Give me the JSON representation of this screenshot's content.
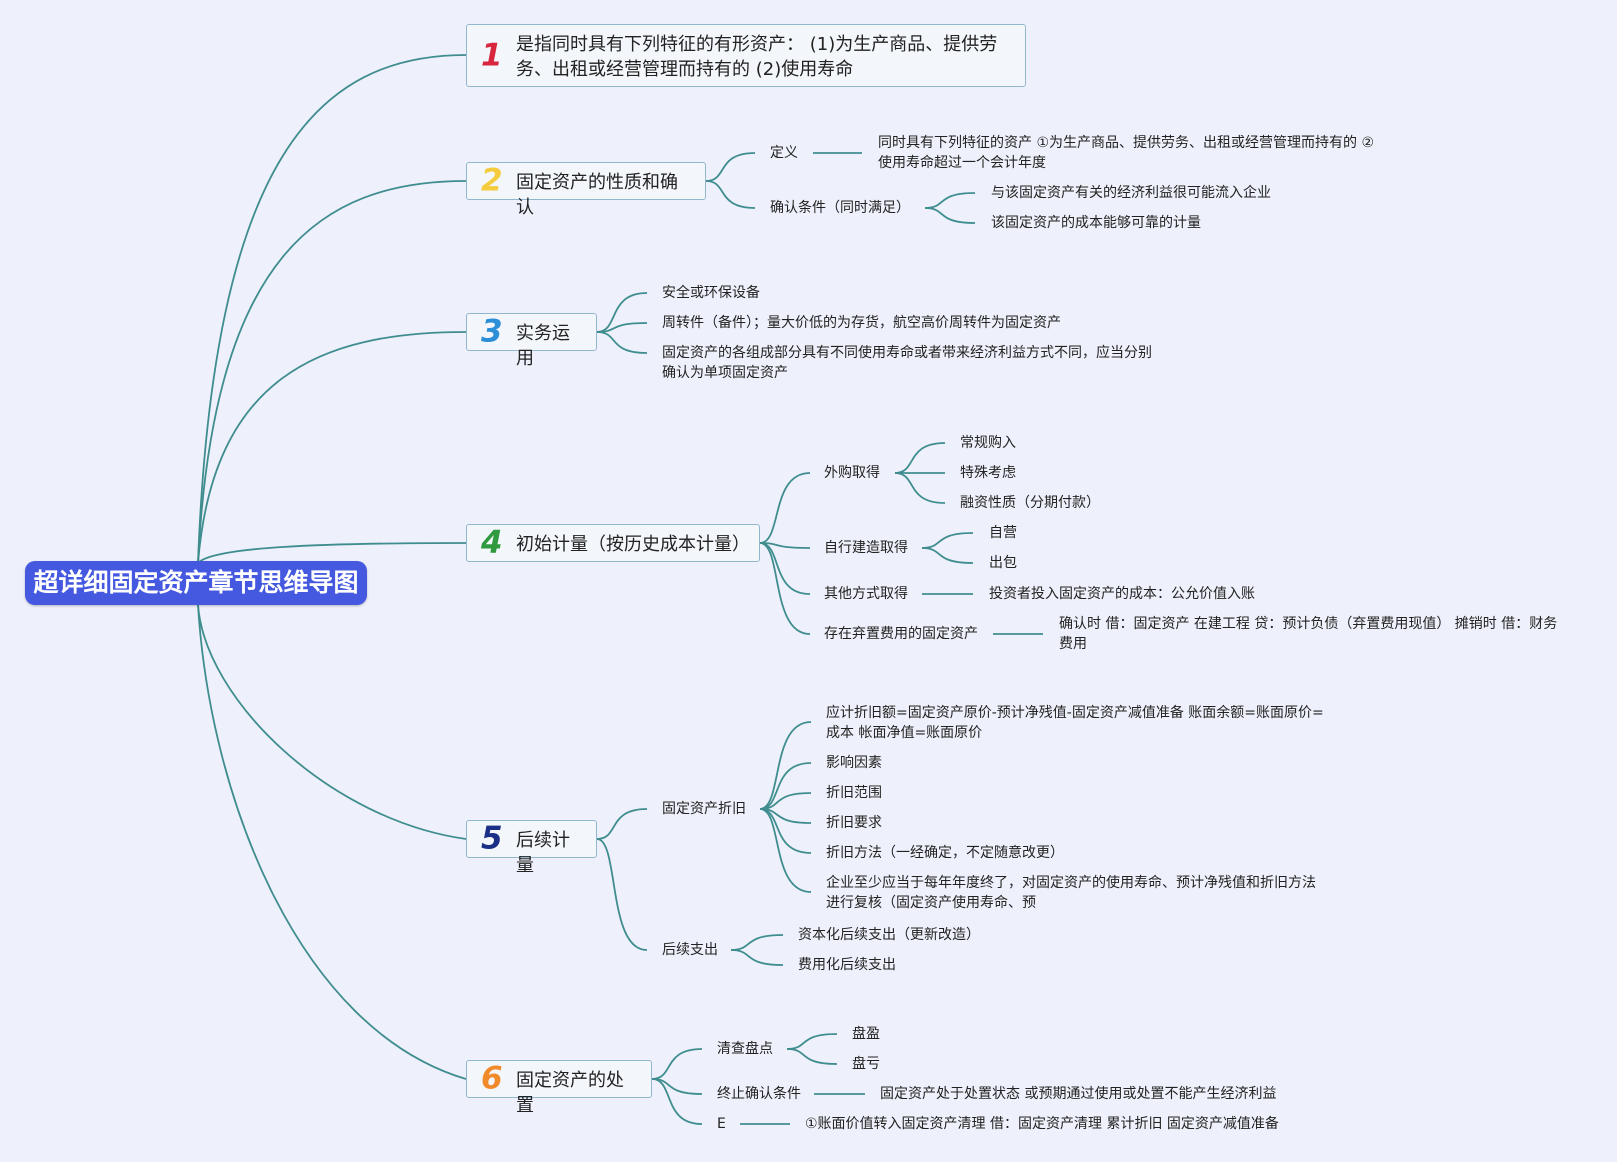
{
  "root": {
    "title": "超详细固定资产章节思维导图"
  },
  "colors": {
    "root": "#4558e0",
    "link": "#3f8d8f",
    "n1": "#d7263d",
    "n2": "#f4cc3e",
    "n3": "#2c8fd8",
    "n4": "#2f9a3f",
    "n5": "#1c2f86",
    "n6": "#f08a2b"
  },
  "b1": {
    "num": "1",
    "text": "是指同时具有下列特征的有形资产： (1)为生产商品、提供劳务、出租或经营管理而持有的 (2)使用寿命"
  },
  "b2": {
    "num": "2",
    "text": "固定资产的性质和确认",
    "def_label": "定义",
    "def_text": "同时具有下列特征的资产 ①为生产商品、提供劳务、出租或经营管理而持有的 ②使用寿命超过一个会计年度",
    "cond_label": "确认条件（同时满足）",
    "cond_items": [
      "与该固定资产有关的经济利益很可能流入企业",
      "该固定资产的成本能够可靠的计量"
    ]
  },
  "b3": {
    "num": "3",
    "text": "实务运用",
    "items": [
      "安全或环保设备",
      "周转件（备件）；量大价低的为存货，航空高价周转件为固定资产",
      "固定资产的各组成部分具有不同使用寿命或者带来经济利益方式不同，应当分别确认为单项固定资产"
    ]
  },
  "b4": {
    "num": "4",
    "text": "初始计量（按历史成本计量）",
    "purchase_label": "外购取得",
    "purchase_items": [
      "常规购入",
      "特殊考虑",
      "融资性质（分期付款）"
    ],
    "build_label": "自行建造取得",
    "build_items": [
      "自营",
      "出包"
    ],
    "other_label": "其他方式取得",
    "other_text": "投资者投入固定资产的成本：公允价值入账",
    "abandon_label": "存在弃置费用的固定资产",
    "abandon_text": "确认时 借：固定资产 在建工程 贷：预计负债（弃置费用现值） 摊销时 借：财务费用"
  },
  "b5": {
    "num": "5",
    "text": "后续计量",
    "dep_label": "固定资产折旧",
    "dep_items": [
      "应计折旧额=固定资产原价-预计净残值-固定资产减值准备 账面余额=账面原价=成本 帐面净值=账面原价",
      "影响因素",
      "折旧范围",
      "折旧要求",
      "折旧方法（一经确定，不定随意改更）",
      "企业至少应当于每年年度终了，对固定资产的使用寿命、预计净残值和折旧方法进行复核（固定资产使用寿命、预"
    ],
    "sub_label": "后续支出",
    "sub_items": [
      "资本化后续支出（更新改造）",
      "费用化后续支出"
    ]
  },
  "b6": {
    "num": "6",
    "text": "固定资产的处置",
    "inv_label": "清查盘点",
    "inv_items": [
      "盘盈",
      "盘亏"
    ],
    "term_label": "终止确认条件",
    "term_text": "固定资产处于处置状态 或预期通过使用或处置不能产生经济利益",
    "e_label": "E",
    "e_text": "①账面价值转入固定资产清理 借：固定资产清理 累计折旧 固定资产减值准备"
  }
}
